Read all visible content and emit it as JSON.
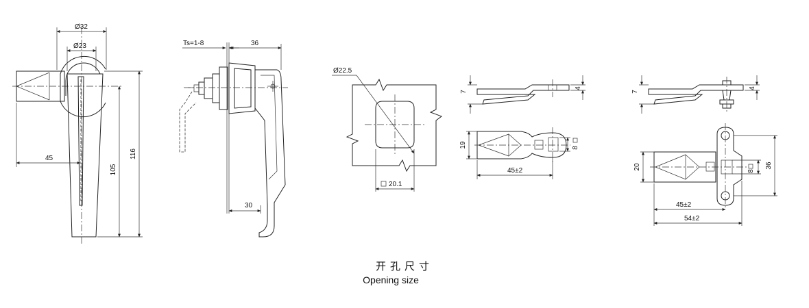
{
  "view1": {
    "d_outer": "Ø32",
    "d_inner": "Ø23",
    "offset": "45",
    "len_short": "105",
    "len_total": "116"
  },
  "view2": {
    "ts": "Ts=1-8",
    "width": "36",
    "reach": "30"
  },
  "cutout": {
    "diameter": "Ø22.5",
    "flat": "20.1"
  },
  "view4": {
    "t1": "7",
    "t2": "4",
    "height": "19",
    "square": "8",
    "length": "45±2"
  },
  "view5": {
    "t1": "7",
    "t2": "4",
    "height": "20",
    "square": "8",
    "total_h": "36",
    "length1": "45±2",
    "length2": "54±2"
  },
  "caption": {
    "cn": "开孔尺寸",
    "en": "Opening size"
  }
}
